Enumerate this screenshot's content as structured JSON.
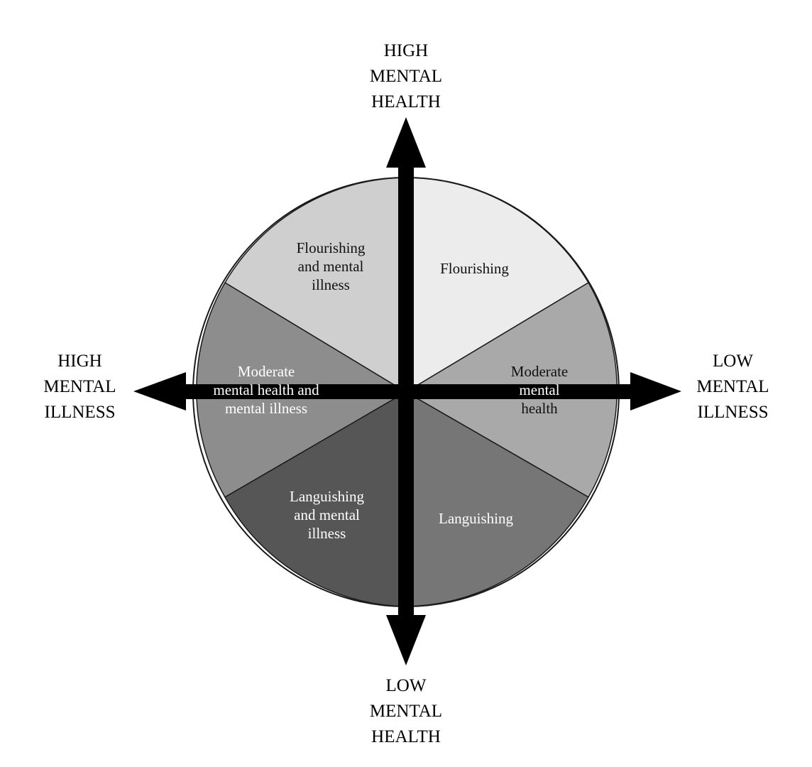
{
  "axes": {
    "top": {
      "lines": [
        "HIGH",
        "MENTAL",
        "HEALTH"
      ]
    },
    "bottom": {
      "lines": [
        "LOW",
        "MENTAL",
        "HEALTH"
      ]
    },
    "left": {
      "lines": [
        "HIGH",
        "MENTAL",
        "ILLNESS"
      ]
    },
    "right": {
      "lines": [
        "LOW",
        "MENTAL",
        "ILLNESS"
      ]
    }
  },
  "segments": {
    "flourishing_mi": {
      "lines": [
        "Flourishing",
        "and mental",
        "illness"
      ],
      "color": "#cfcfcf"
    },
    "flourishing": {
      "lines": [
        "Flourishing"
      ],
      "color": "#ececec"
    },
    "moderate_mi": {
      "lines": [
        "Moderate",
        "mental health and",
        "mental illness"
      ],
      "color": "#8d8d8d"
    },
    "moderate": {
      "lines": [
        "Moderate",
        "mental",
        "health"
      ],
      "color": "#a9a9a9"
    },
    "languishing_mi": {
      "lines": [
        "Languishing",
        "and mental",
        "illness"
      ],
      "color": "#565656"
    },
    "languishing": {
      "lines": [
        "Languishing"
      ],
      "color": "#767676"
    }
  },
  "colors": {
    "axis": "#000000",
    "outline": "#1a1a1a",
    "background": "#ffffff"
  }
}
